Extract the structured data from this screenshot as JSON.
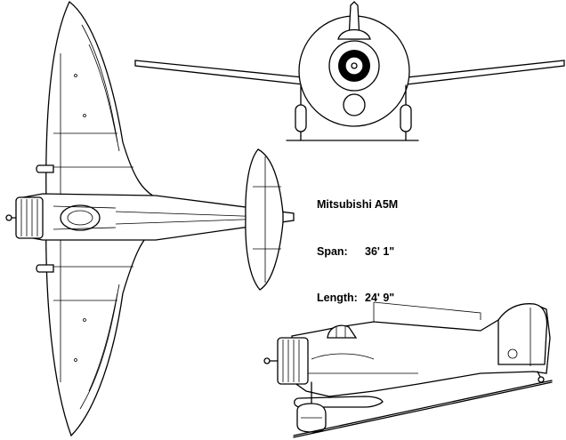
{
  "caption": {
    "aircraft": "Mitsubishi A5M",
    "span_label": "Span:",
    "span_value": "36' 1\"",
    "length_label": "Length:",
    "length_value": "24' 9\""
  },
  "views": [
    "top-view",
    "front-view",
    "side-view"
  ]
}
